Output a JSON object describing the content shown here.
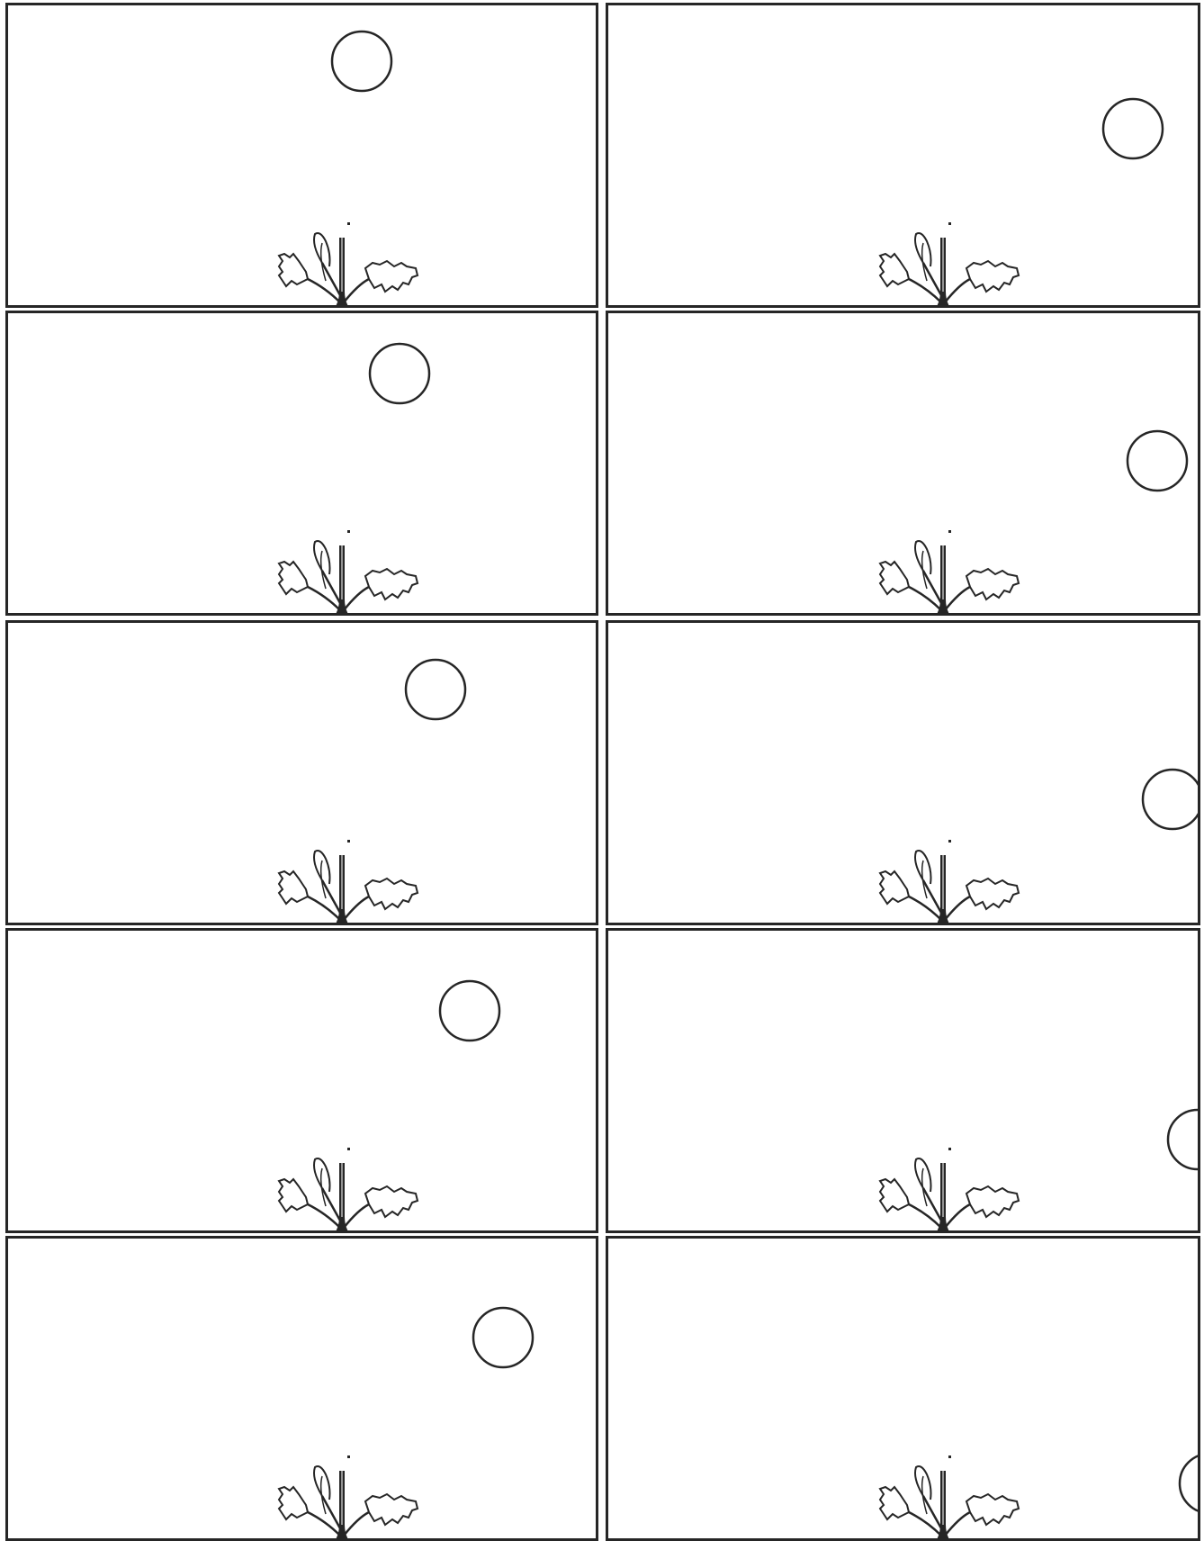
{
  "figure": {
    "description_visible_text": "",
    "layout": "grid",
    "rows": 5,
    "columns": 2
  },
  "colors": {
    "stroke": "#262626",
    "background": "#ffffff"
  },
  "panels": [
    {
      "index": 1,
      "ball_visible": true
    },
    {
      "index": 2,
      "ball_visible": true
    },
    {
      "index": 3,
      "ball_visible": true
    },
    {
      "index": 4,
      "ball_visible": true
    },
    {
      "index": 5,
      "ball_visible": true
    },
    {
      "index": 6,
      "ball_visible": true
    },
    {
      "index": 7,
      "ball_visible": true
    },
    {
      "index": 8,
      "ball_visible": true
    },
    {
      "index": 9,
      "ball_visible": true
    },
    {
      "index": 10,
      "ball_visible": true
    }
  ]
}
